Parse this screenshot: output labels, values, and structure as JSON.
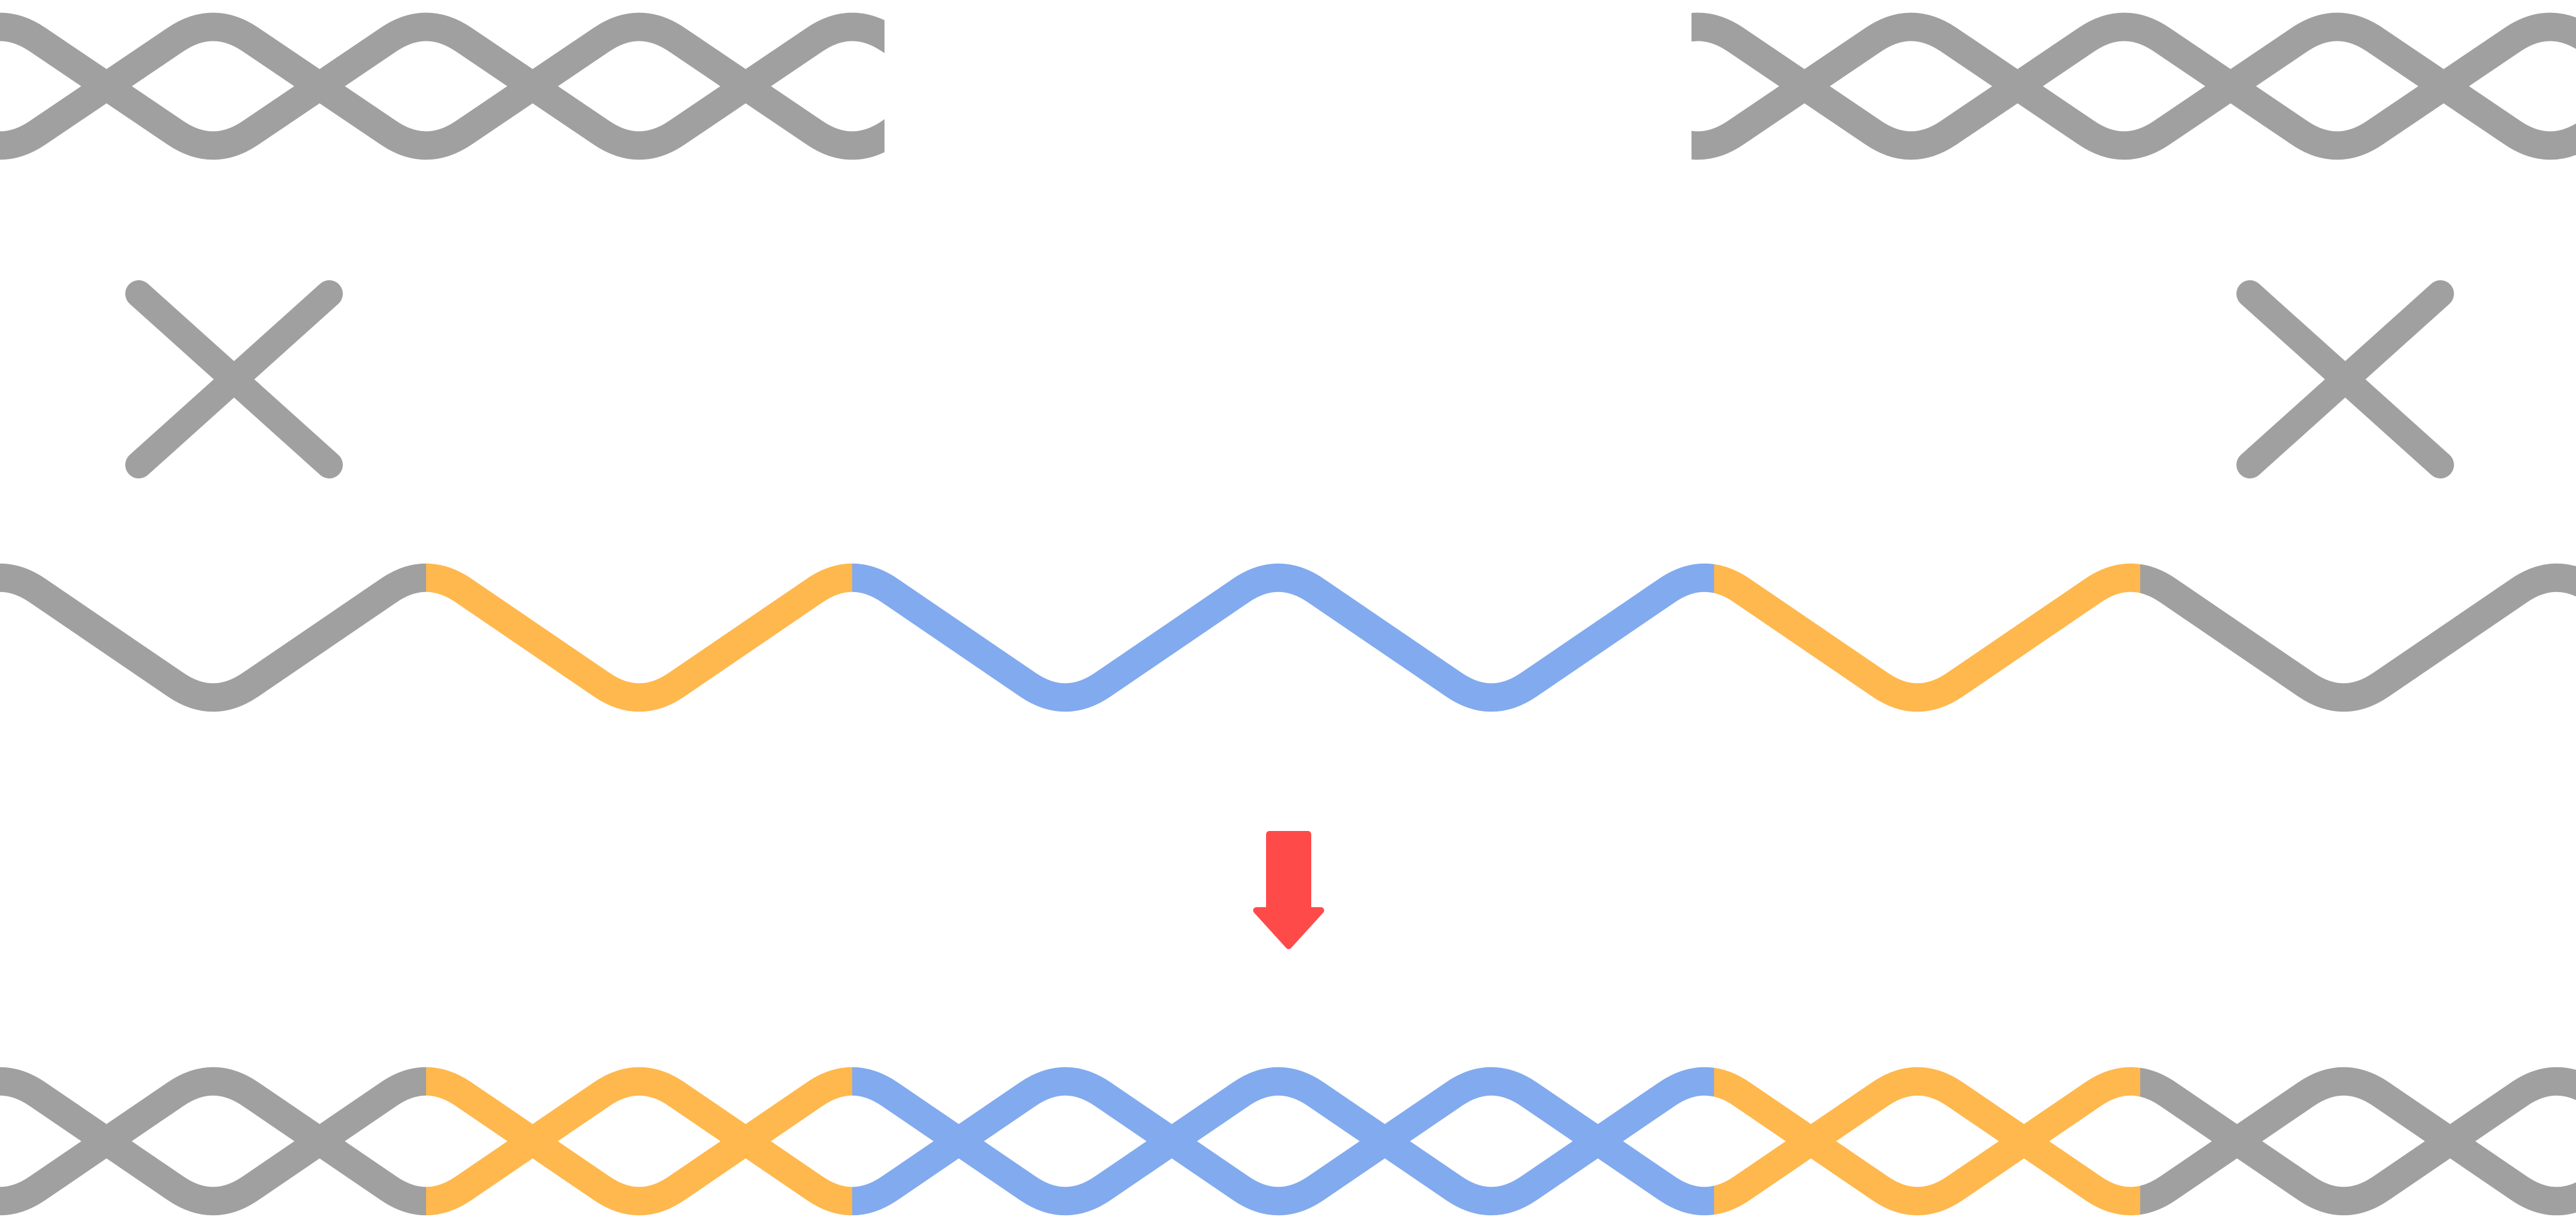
{
  "colors": {
    "background": "#ffffff",
    "strand_gray": "#a0a0a0",
    "strand_orange": "#ffb84d",
    "strand_blue": "#82aaee",
    "arrow_red": "#ff4a4a",
    "hole_fill": "#ffffff"
  },
  "diagram": {
    "top_left_strand": {
      "role": "double-helix-fragment",
      "color_key": "strand_gray"
    },
    "top_right_strand": {
      "role": "double-helix-fragment",
      "color_key": "strand_gray"
    },
    "left_cross": {
      "role": "cross-link",
      "icon": "x-mark-icon",
      "color_key": "strand_gray"
    },
    "right_cross": {
      "role": "cross-link",
      "icon": "x-mark-icon",
      "color_key": "strand_gray"
    },
    "middle_strand": {
      "role": "single-strand",
      "segments_order": [
        "strand_gray",
        "strand_orange",
        "strand_blue",
        "strand_orange",
        "strand_gray"
      ]
    },
    "arrow": {
      "icon": "arrow-down-icon",
      "color_key": "arrow_red"
    },
    "bottom_helix": {
      "role": "assembled-double-helix",
      "segments_order": [
        "strand_gray",
        "strand_orange",
        "strand_blue",
        "strand_orange",
        "strand_gray"
      ]
    }
  }
}
